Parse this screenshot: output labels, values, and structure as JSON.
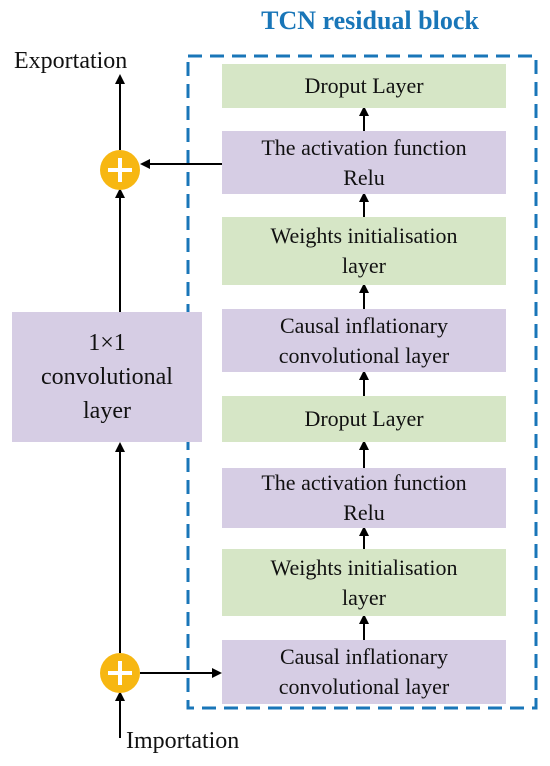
{
  "title": "TCN residual block",
  "output_label": "Exportation",
  "input_label": "Importation",
  "side_block": {
    "line1": "1×1",
    "line2": "convolutional",
    "line3": "layer"
  },
  "layers": [
    {
      "line1": "Droput Layer",
      "line2": "",
      "color": "green"
    },
    {
      "line1": "The activation function",
      "line2": "Relu",
      "color": "purple"
    },
    {
      "line1": "Weights initialisation",
      "line2": "layer",
      "color": "green"
    },
    {
      "line1": "Causal inflationary",
      "line2": "convolutional layer",
      "color": "purple"
    },
    {
      "line1": "Droput Layer",
      "line2": "",
      "color": "green"
    },
    {
      "line1": "The activation function",
      "line2": "Relu",
      "color": "purple"
    },
    {
      "line1": "Weights initialisation",
      "line2": "layer",
      "color": "green"
    },
    {
      "line1": "Causal inflationary",
      "line2": "convolutional layer",
      "color": "purple"
    }
  ],
  "colors": {
    "green": "#d6e6c6",
    "purple": "#d6cde4",
    "adder": "#f7b712",
    "frame": "#1976b8",
    "title": "#1976b8"
  }
}
